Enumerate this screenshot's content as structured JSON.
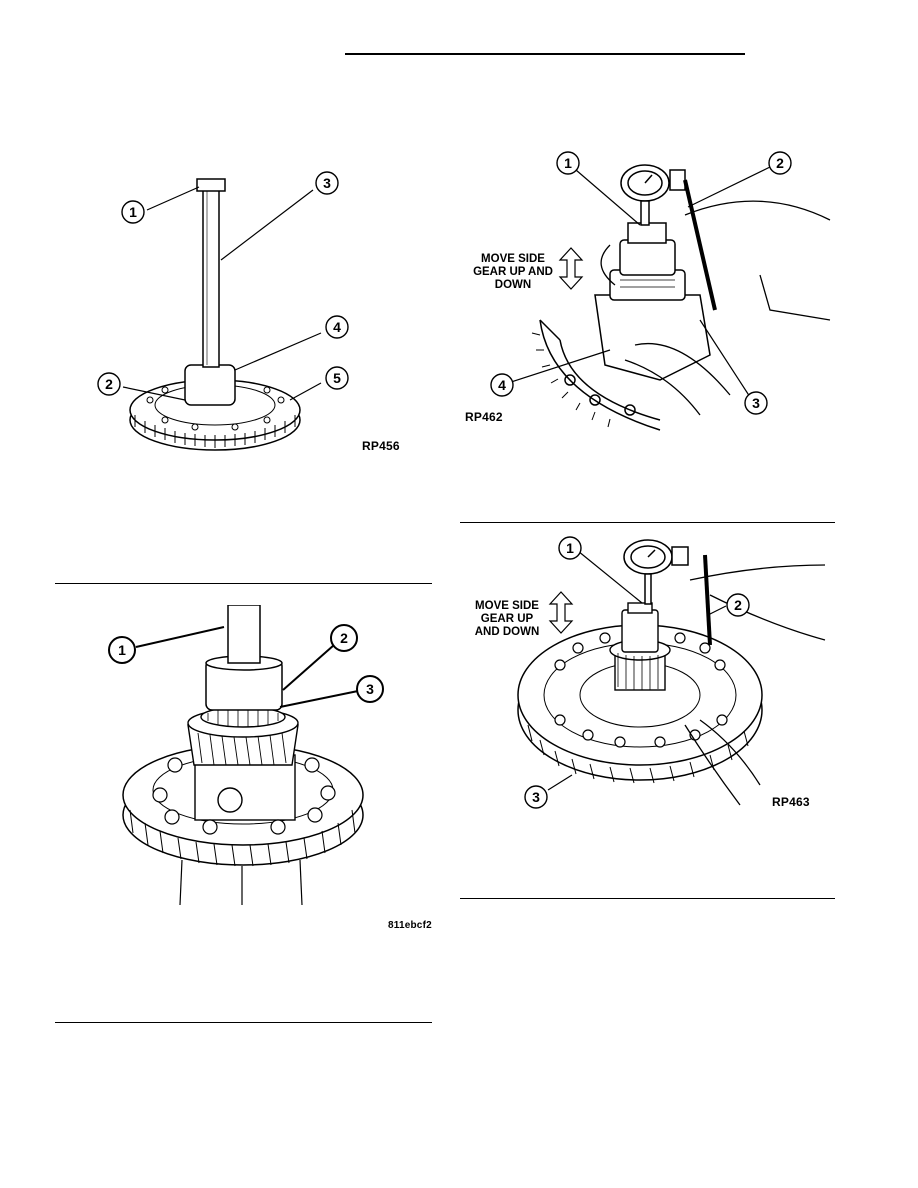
{
  "figures": [
    {
      "id": "fig1",
      "code": "RP456",
      "callouts": [
        "1",
        "2",
        "3",
        "4",
        "5"
      ]
    },
    {
      "id": "fig2",
      "code": "RP462",
      "caption": [
        "MOVE SIDE",
        "GEAR UP AND",
        "DOWN"
      ],
      "callouts": [
        "1",
        "2",
        "3",
        "4"
      ]
    },
    {
      "id": "fig3",
      "code": "811ebcf2",
      "callouts": [
        "1",
        "2",
        "3"
      ]
    },
    {
      "id": "fig4",
      "code": "RP463",
      "caption": [
        "MOVE SIDE",
        "GEAR UP",
        "AND DOWN"
      ],
      "callouts": [
        "1",
        "2",
        "3"
      ]
    }
  ]
}
